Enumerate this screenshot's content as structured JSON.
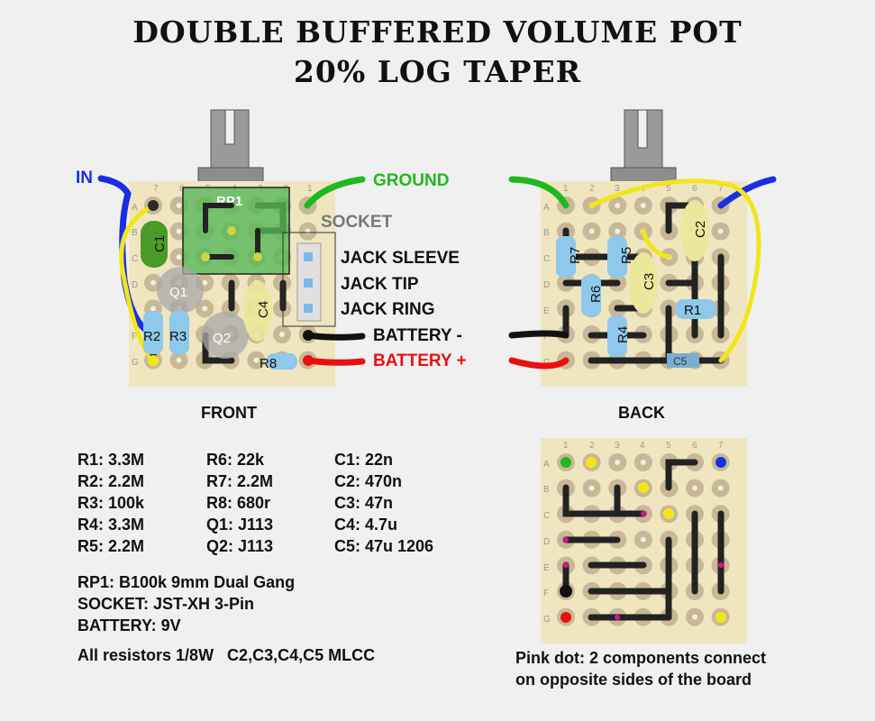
{
  "title": {
    "line1": "DOUBLE BUFFERED VOLUME POT",
    "line2": "20% LOG TAPER"
  },
  "wires": {
    "in": "IN",
    "ground": "GROUND",
    "socket": "SOCKET",
    "jack_sleeve": "JACK SLEEVE",
    "jack_tip": "JACK TIP",
    "jack_ring": "JACK RING",
    "battery_neg": "BATTERY -",
    "battery_pos": "BATTERY +"
  },
  "views": {
    "front": "FRONT",
    "back": "BACK"
  },
  "board": {
    "col_labels": [
      "1",
      "2",
      "3",
      "4",
      "5",
      "6",
      "7"
    ],
    "row_labels": [
      "A",
      "B",
      "C",
      "D",
      "E",
      "F",
      "G"
    ]
  },
  "components": {
    "rp1": "RP1",
    "c1": "C1",
    "q1": "Q1",
    "q2": "Q2",
    "c4": "C4",
    "r2": "R2",
    "r3": "R3",
    "r8": "R8",
    "r7": "R7",
    "r5": "R5",
    "r6": "R6",
    "c3": "C3",
    "c2": "C2",
    "r4": "R4",
    "r1": "R1",
    "c5": "C5"
  },
  "bom": {
    "col1": [
      "R1: 3.3M",
      "R2: 2.2M",
      "R3: 100k",
      "R4: 3.3M",
      "R5: 2.2M"
    ],
    "col2": [
      "R6: 22k",
      "R7: 2.2M",
      "R8: 680r",
      "Q1: J113",
      "Q2: J113"
    ],
    "col3": [
      "C1: 22n",
      "C2: 470n",
      "C3: 47n",
      "C4: 4.7u",
      "C5: 47u 1206"
    ],
    "extra": [
      "RP1: B100k 9mm Dual Gang",
      "SOCKET: JST-XH 3-Pin",
      "BATTERY: 9V"
    ],
    "note": "All resistors 1/8W   C2,C3,C4,C5 MLCC"
  },
  "pink_note": {
    "line1": "Pink dot: 2 components connect",
    "line2": "on opposite sides of the board"
  },
  "colors": {
    "board": "#efe6c0",
    "pad": "#c8b898",
    "trace": "#222222",
    "green": "#1fb81f",
    "blue": "#1a2fe0",
    "yellow": "#f2e61a",
    "red": "#e81010",
    "pink": "#e01090",
    "resistor": "#8ec8ea",
    "ceramic": "#ece79a",
    "film": "#4a9a28"
  }
}
